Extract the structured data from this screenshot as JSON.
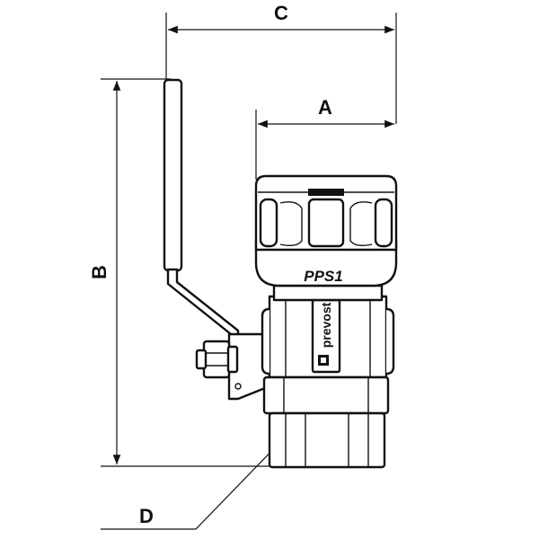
{
  "dimensions": {
    "a_label": "A",
    "b_label": "B",
    "c_label": "C",
    "d_label": "D"
  },
  "valve": {
    "model_label": "PPS1",
    "brand_label": "prevost"
  },
  "colors": {
    "ink": "#111111",
    "paper": "#ffffff"
  }
}
